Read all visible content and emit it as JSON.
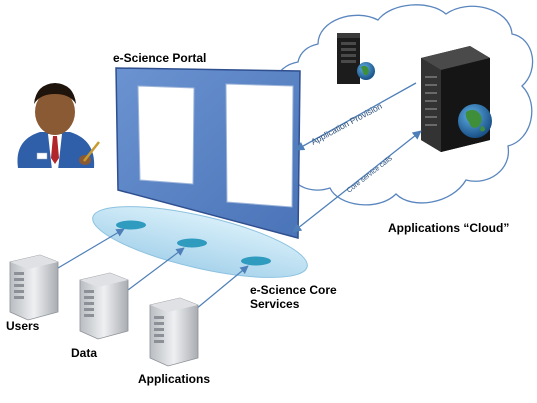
{
  "diagram": {
    "portal_title": "e-Science Portal",
    "cloud_label": "Applications “Cloud”",
    "core_services_label": "e-Science Core Services",
    "core_services_line1": "e-Science Core",
    "core_services_line2": "Services",
    "arrow_provision_label": "Application Provision",
    "arrow_core_calls_label": "Core service calls",
    "client_labels": {
      "users": "Users",
      "data": "Data",
      "applications": "Applications"
    },
    "icons": [
      "person-user-icon",
      "server-tower-icon",
      "rack-server-icon",
      "globe-icon"
    ],
    "colors": {
      "portal_blue": "#5b85c7",
      "portal_border": "#2f4f8f",
      "core_ellipse": "#b9def2",
      "core_node": "#2e9bbf",
      "arrow": "#4f7fb8",
      "cloud_stroke": "#5a86bf",
      "rack_black": "#1c1c1c",
      "server_grey": "#cfd1d4"
    }
  }
}
